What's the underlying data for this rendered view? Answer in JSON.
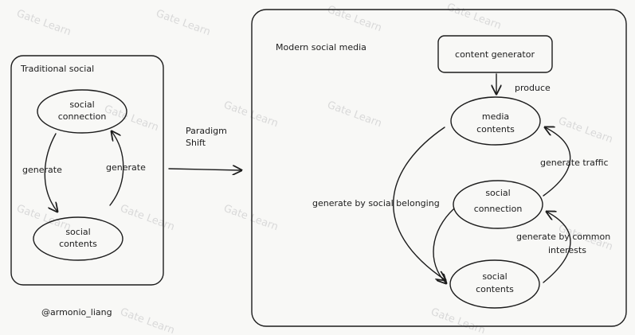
{
  "watermark": "Gate Learn",
  "traditional": {
    "title": "Traditional social",
    "node_connection": [
      "social",
      "connection"
    ],
    "node_contents": [
      "social",
      "contents"
    ],
    "edge_left": "generate",
    "edge_right": "generate"
  },
  "paradigm": [
    "Paradigm",
    "Shift"
  ],
  "modern": {
    "title": "Modern social media",
    "node_generator": "content generator",
    "edge_produce": "produce",
    "node_media": [
      "media",
      "contents"
    ],
    "node_connection": [
      "social",
      "connection"
    ],
    "node_contents": [
      "social",
      "contents"
    ],
    "edge_traffic": "generate traffic",
    "edge_belonging": "generate by social belonging",
    "edge_interests": [
      "generate by common",
      "interests"
    ]
  },
  "credit": "@armonio_liang"
}
